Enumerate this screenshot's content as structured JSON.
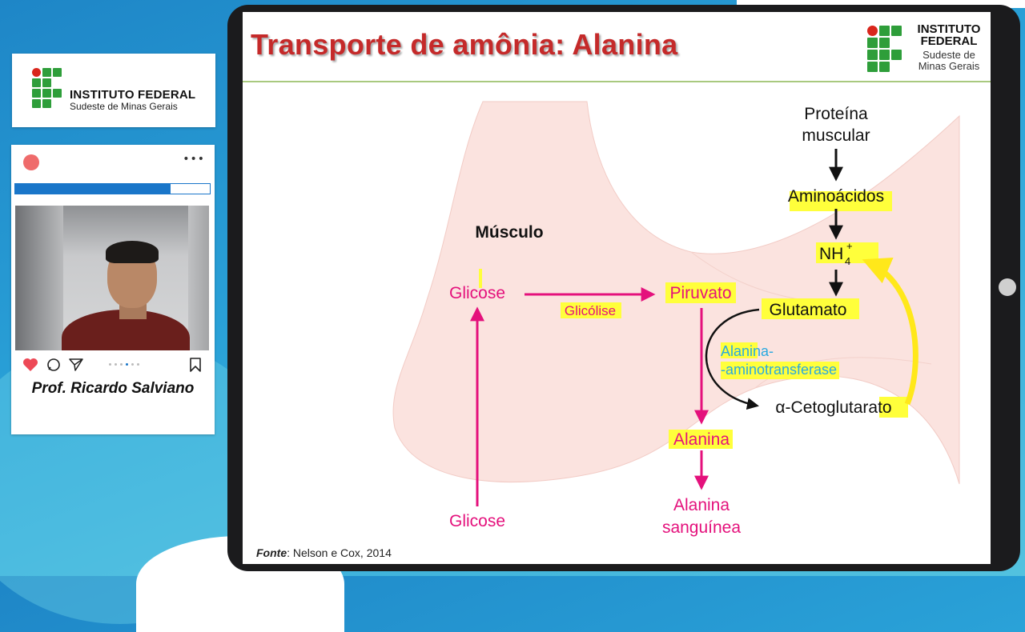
{
  "sidebar_logo": {
    "title": "INSTITUTO FEDERAL",
    "subtitle": "Sudeste de Minas Gerais"
  },
  "presenter_card": {
    "more_icon": "more-dots-icon",
    "name": "Prof. Ricardo Salviano",
    "progress": 0.8
  },
  "slide": {
    "title": "Transporte de amônia: Alanina",
    "logo_title_line1": "INSTITUTO",
    "logo_title_line2": "FEDERAL",
    "logo_sub_line1": "Sudeste de",
    "logo_sub_line2": "Minas Gerais",
    "source_label": "Fonte",
    "source_text": ": Nelson e Cox, 2014"
  },
  "diagram": {
    "musculo": "Músculo",
    "proteina_line1": "Proteína",
    "proteina_line2": "muscular",
    "aminoacidos": "Aminoácidos",
    "nh4": "NH",
    "nh4_sub": "4",
    "nh4_sup": "+",
    "glutamato": "Glutamato",
    "enzyme_line1": "Alanina-",
    "enzyme_line2": "-aminotransferase",
    "cetoglutarato": "α-Cetoglutarato",
    "glicose_top": "Glicose",
    "glicolise": "Glicólise",
    "piruvato": "Piruvato",
    "alanina": "Alanina",
    "alanina_sang_line1": "Alanina",
    "alanina_sang_line2": "sanguínea",
    "glicose_bottom": "Glicose"
  },
  "colors": {
    "magenta": "#e4117c",
    "highlight": "#ffff3b",
    "enzyme_blue": "#2aa9e0",
    "title_red": "#c52a2a",
    "if_green": "#2e9e3a",
    "if_red": "#d9261c"
  }
}
